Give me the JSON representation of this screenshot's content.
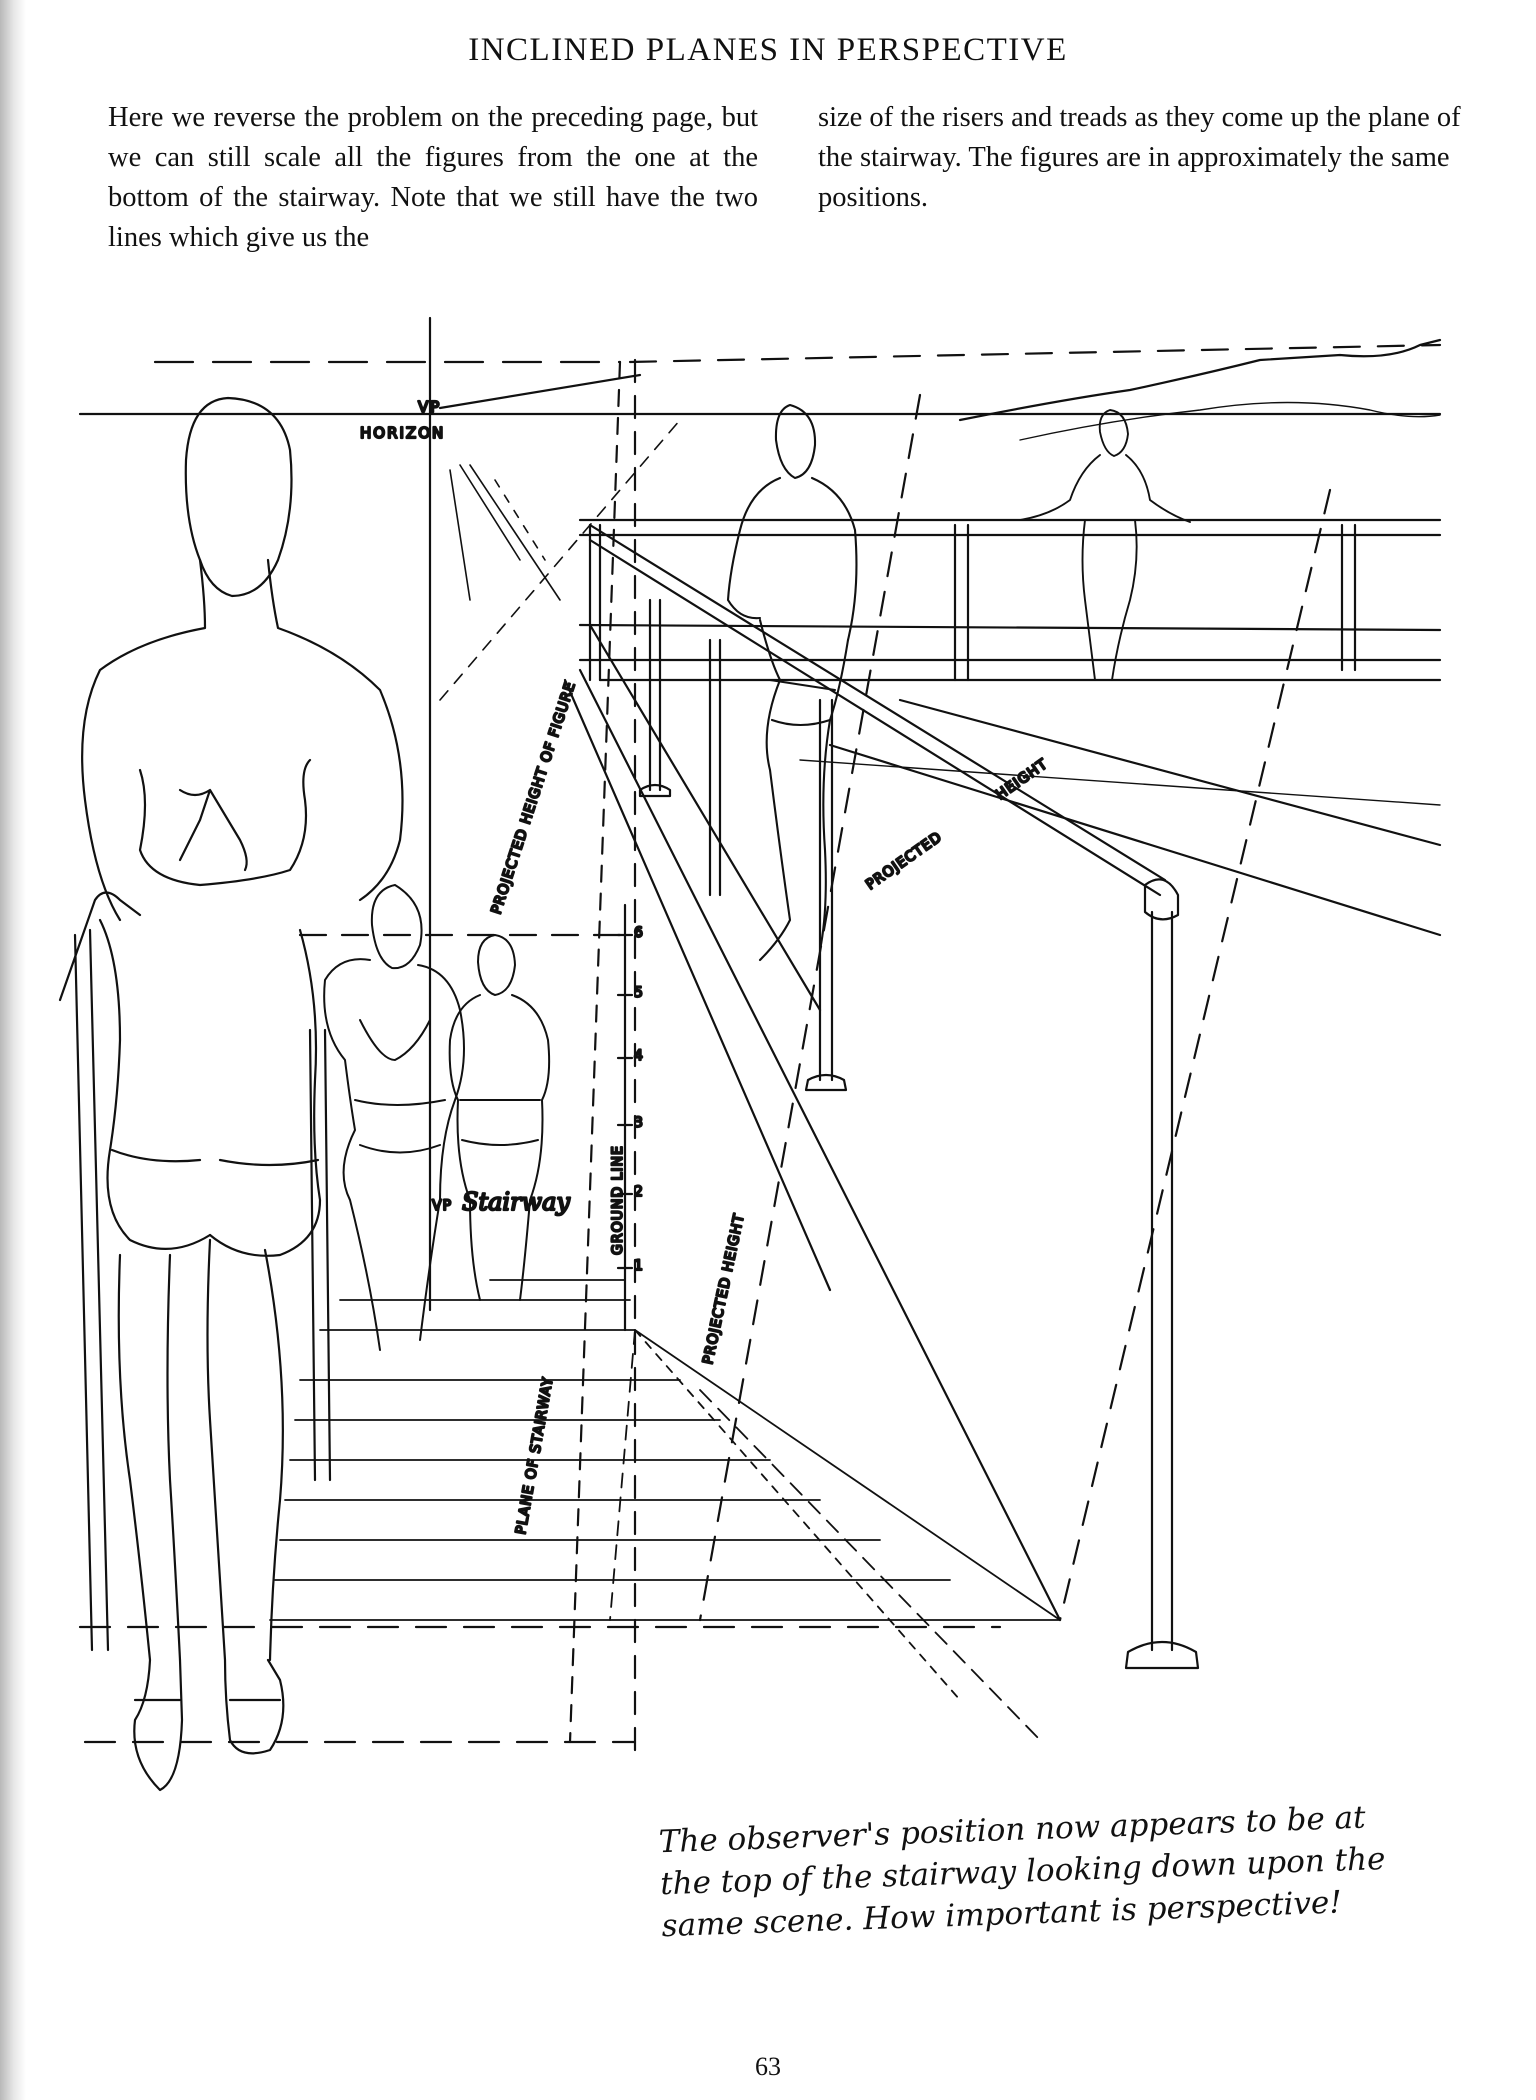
{
  "page": {
    "title": "INCLINED PLANES IN PERSPECTIVE",
    "paragraph_left": "Here we reverse the problem on the preceding page, but we can still scale all the figures from the one at the bottom of the stairway. Note that we still have the two lines which give us the",
    "paragraph_right": "size of the risers and treads as they come up the plane of the stairway. The figures are in approximately the same positions.",
    "caption": "The observer's position now appears to be at the top of the stairway looking down upon the same scene. How important is perspective!",
    "page_number": "63"
  },
  "drawing": {
    "labels": {
      "vp": "VP",
      "horizon": "HORIZON",
      "projected_height_of_figure": "PROJECTED HEIGHT OF FIGURE",
      "projected_height_upper": "PROJECTED",
      "height_upper": "HEIGHT",
      "projected_height_middle": "PROJECTED HEIGHT",
      "ground_line": "GROUND LINE",
      "plane_of_stairway": "PLANE OF STAIRWAY",
      "vp_stairway": "VP",
      "stairway": "Stairway"
    },
    "scale_marks": [
      "1",
      "2",
      "3",
      "4",
      "5",
      "6"
    ]
  }
}
